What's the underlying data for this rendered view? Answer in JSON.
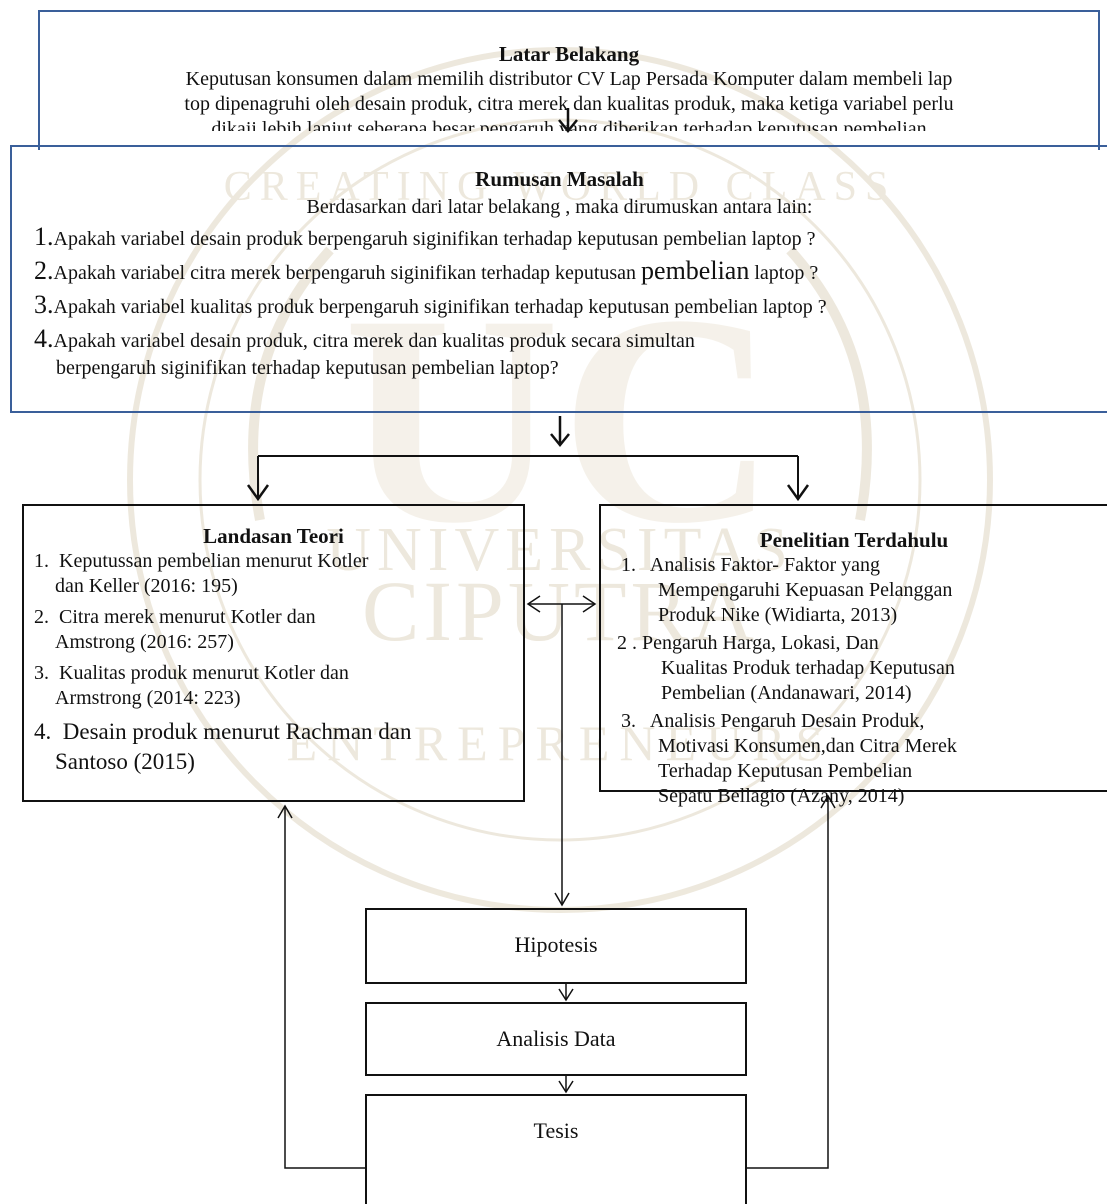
{
  "latar": {
    "title": "Latar Belakang",
    "line1": "Keputusan konsumen dalam memilih distributor CV Lap Persada Komputer dalam membeli lap",
    "line2": "top dipenagruhi oleh desain produk, citra merek dan kualitas produk, maka  ketiga variabel perlu",
    "line3": "dikaji lebih lanjut seberapa besar pengaruh yang diberikan terhadap keputusan pembelian"
  },
  "rumusan": {
    "title": "Rumusan Masalah",
    "intro": "Berdasarkan dari latar belakang , maka dirumuskan antara lain:",
    "items": [
      {
        "num": "1.",
        "text": "Apakah variabel desain produk berpengaruh siginifikan terhadap keputusan pembelian laptop ?"
      },
      {
        "num": "2.",
        "text_a": "Apakah variabel citra merek berpengaruh siginifikan terhadap keputusan ",
        "text_big": "pembelian",
        "text_b": " laptop ?"
      },
      {
        "num": "3.",
        "text": "Apakah variabel kualitas produk berpengaruh siginifikan terhadap keputusan pembelian laptop ?"
      },
      {
        "num": "4.",
        "text": "Apakah variabel desain produk, citra merek dan kualitas produk secara simultan",
        "text2": "berpengaruh siginifikan terhadap keputusan pembelian laptop?"
      }
    ]
  },
  "landasan": {
    "title": "Landasan Teori",
    "items": [
      {
        "num": "1.",
        "l1": "Keputussan pembelian menurut Kotler",
        "l2": "dan Keller (2016: 195)"
      },
      {
        "num": "2.",
        "l1": "Citra merek menurut Kotler dan",
        "l2": "Amstrong (2016: 257)"
      },
      {
        "num": "3.",
        "l1": "Kualitas produk menurut Kotler dan",
        "l2": "Armstrong (2014: 223)"
      },
      {
        "num": "4.",
        "l1": "Desain produk menurut Rachman dan",
        "l2": "Santoso (2015)"
      }
    ]
  },
  "penelitian": {
    "title": "Penelitian Terdahulu",
    "items": [
      {
        "num": "1.",
        "l1": "Analisis Faktor- Faktor  yang",
        "l2": "Mempengaruhi Kepuasan Pelanggan",
        "l3": "Produk Nike  (Widiarta, 2013)"
      },
      {
        "num": "2 .",
        "l1": "Pengaruh Harga, Lokasi,  Dan",
        "l2": "Kualitas Produk terhadap  Keputusan",
        "l3": "Pembelian  (Andanawari, 2014)"
      },
      {
        "num": "3.",
        "l1": "Analisis Pengaruh Desain Produk,",
        "l2": "Motivasi Konsumen,dan Citra Merek",
        "l3": "Terhadap Keputusan Pembelian",
        "l4": "Sepatu Bellagio (Azany, 2014)"
      }
    ]
  },
  "hipotesis": "Hipotesis",
  "analisis": "Analisis Data",
  "tesis": "Tesis",
  "watermark": {
    "top_text": "CREATING WORLD CLASS",
    "mid_text": "UNIVERSITAS",
    "main_text": "CIPUTRA",
    "bottom_text": "ENTREPRENEURS",
    "monogram": "UC"
  },
  "colors": {
    "top_border": "#3a5f9a",
    "watermark": "#d9cfb8"
  }
}
